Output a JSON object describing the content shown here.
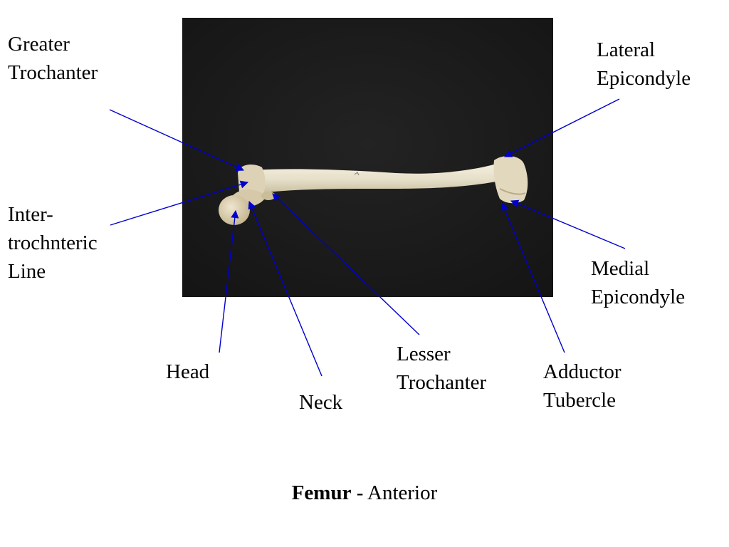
{
  "labels": {
    "greater_trochanter": [
      "Greater",
      "Trochanter"
    ],
    "intertrochanteric_line": [
      "Inter-",
      "trochnteric",
      "Line"
    ],
    "head": [
      "Head"
    ],
    "neck": [
      "Neck"
    ],
    "lesser_trochanter": [
      "Lesser",
      "Trochanter"
    ],
    "adductor_tubercle": [
      "Adductor",
      "Tubercle"
    ],
    "medial_epicondyle": [
      "Medial",
      "Epicondyle"
    ],
    "lateral_epicondyle": [
      "Lateral",
      "Epicondyle"
    ]
  },
  "caption": {
    "bold": "Femur",
    "rest": " - Anterior"
  },
  "colors": {
    "leader": "#0000cc",
    "photo_background": "#1c1c1c",
    "bone": "#e8e1cc"
  }
}
